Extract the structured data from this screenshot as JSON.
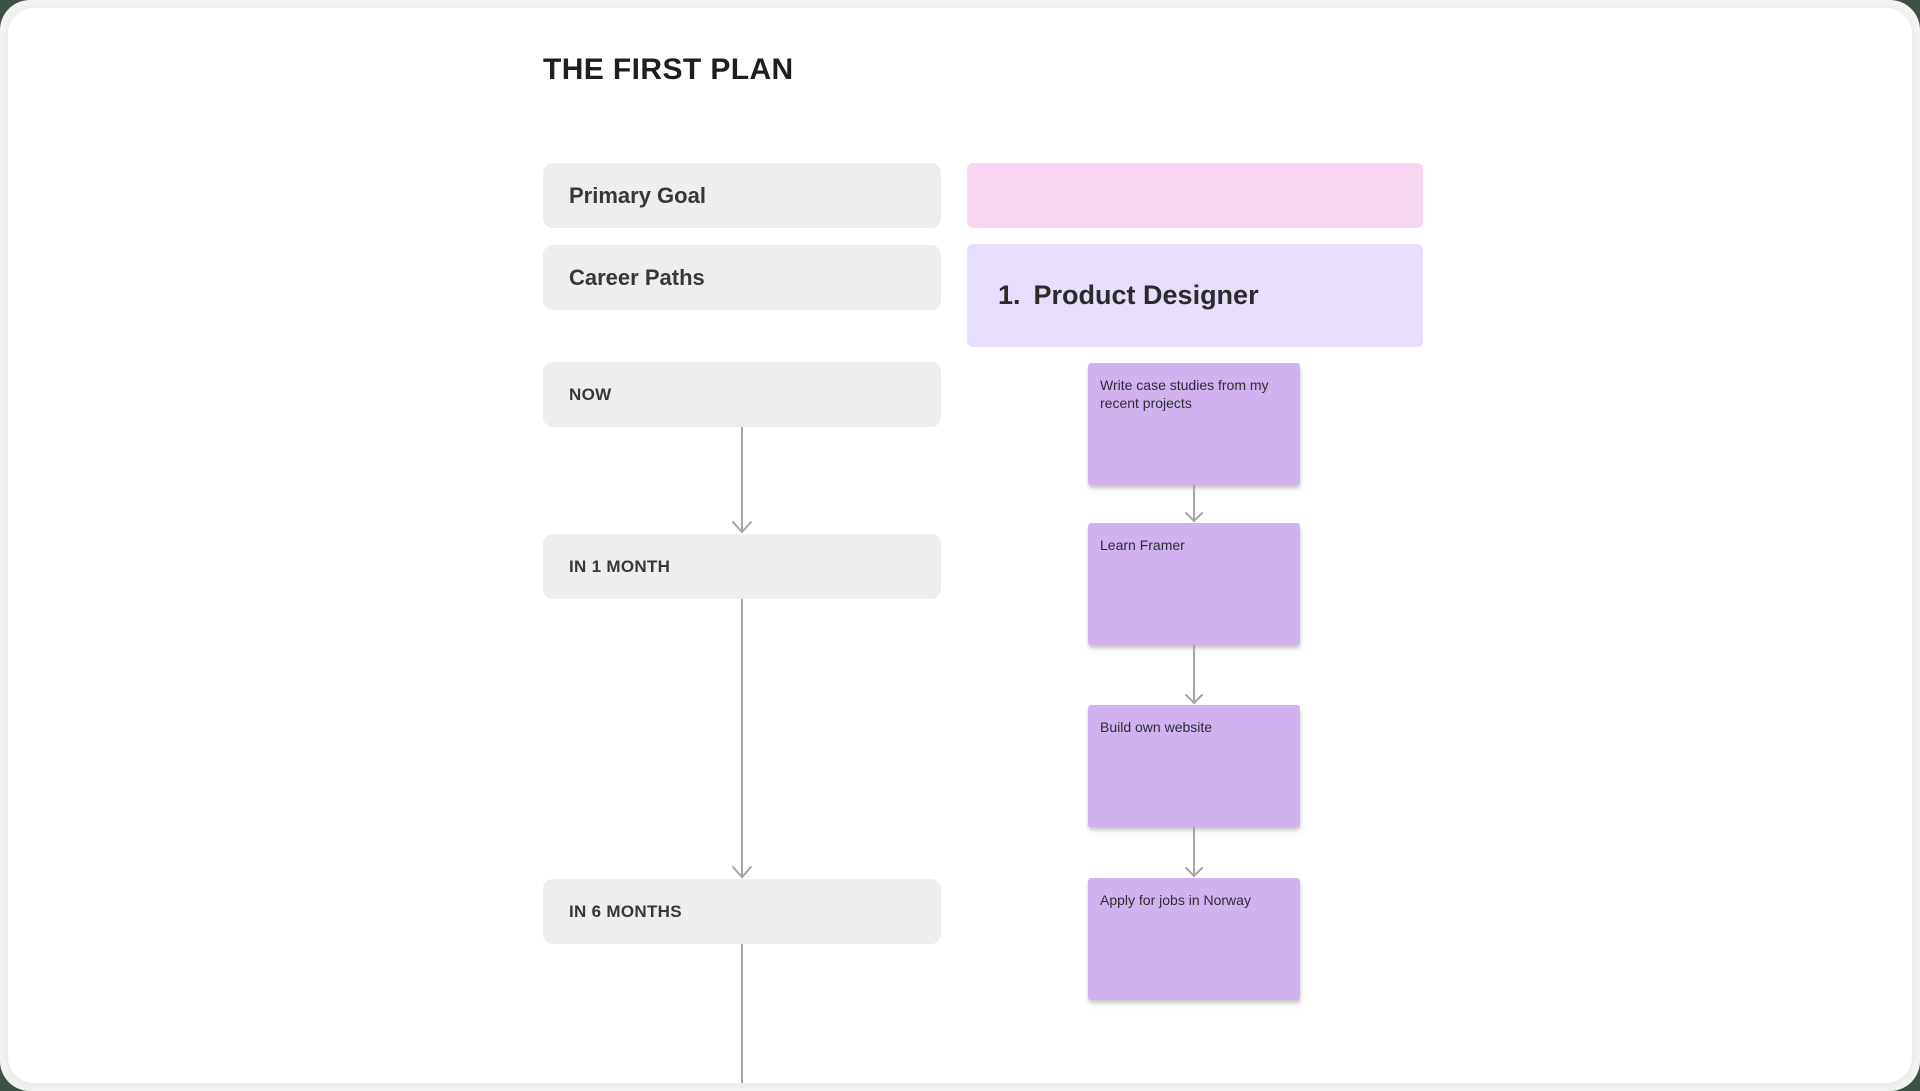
{
  "board": {
    "title": "THE FIRST PLAN",
    "left_labels": [
      {
        "id": "primary-goal",
        "label": "Primary Goal"
      },
      {
        "id": "career-paths",
        "label": "Career Paths"
      },
      {
        "id": "now",
        "label": "NOW"
      },
      {
        "id": "in-1-month",
        "label": "IN 1 MONTH"
      },
      {
        "id": "in-6-months",
        "label": "IN 6 MONTHS"
      }
    ],
    "career_path": {
      "number": "1.",
      "name": "Product Designer"
    },
    "sticky_notes": [
      {
        "text": "Write case studies from my recent projects"
      },
      {
        "text": "Learn Framer"
      },
      {
        "text": "Build own website"
      },
      {
        "text": "Apply for jobs in Norway"
      }
    ],
    "colors": {
      "backdrop_green": "#3d5144",
      "card_white": "#ffffff",
      "label_gray": "#eeeeee",
      "pink_note": "#f8d5f1",
      "career_header_lavender": "#e7def9",
      "sticky_purple": "#d0b2f0",
      "connector_gray": "#a5a5a5"
    }
  }
}
